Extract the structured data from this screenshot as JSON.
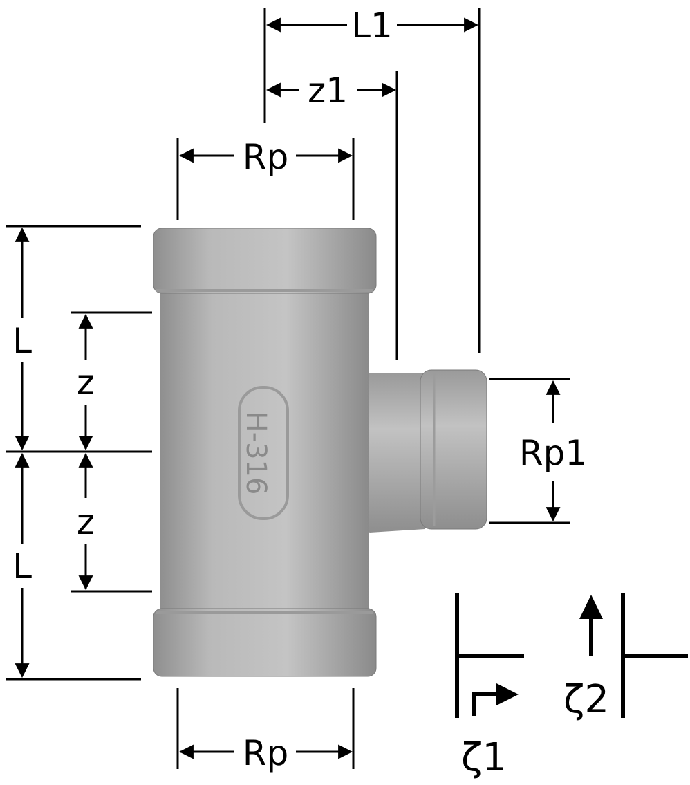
{
  "labels": {
    "L1": "L1",
    "z1": "z1",
    "Rp_top": "Rp",
    "Rp_bottom": "Rp",
    "Rp1": "Rp1",
    "L_upper": "L",
    "L_lower": "L",
    "z_upper": "z",
    "z_lower": "z",
    "zeta1": "ζ1",
    "zeta2": "ζ2",
    "body_marking": "H-316"
  },
  "colors": {
    "line": "#000000",
    "metal_light": "#bdbdbd",
    "metal_mid": "#a6a6a6",
    "metal_dark": "#8c8c8c"
  },
  "icons": {
    "zeta1_symbol": "branch-flow-arrow-icon",
    "zeta2_symbol": "through-flow-arrow-icon"
  }
}
